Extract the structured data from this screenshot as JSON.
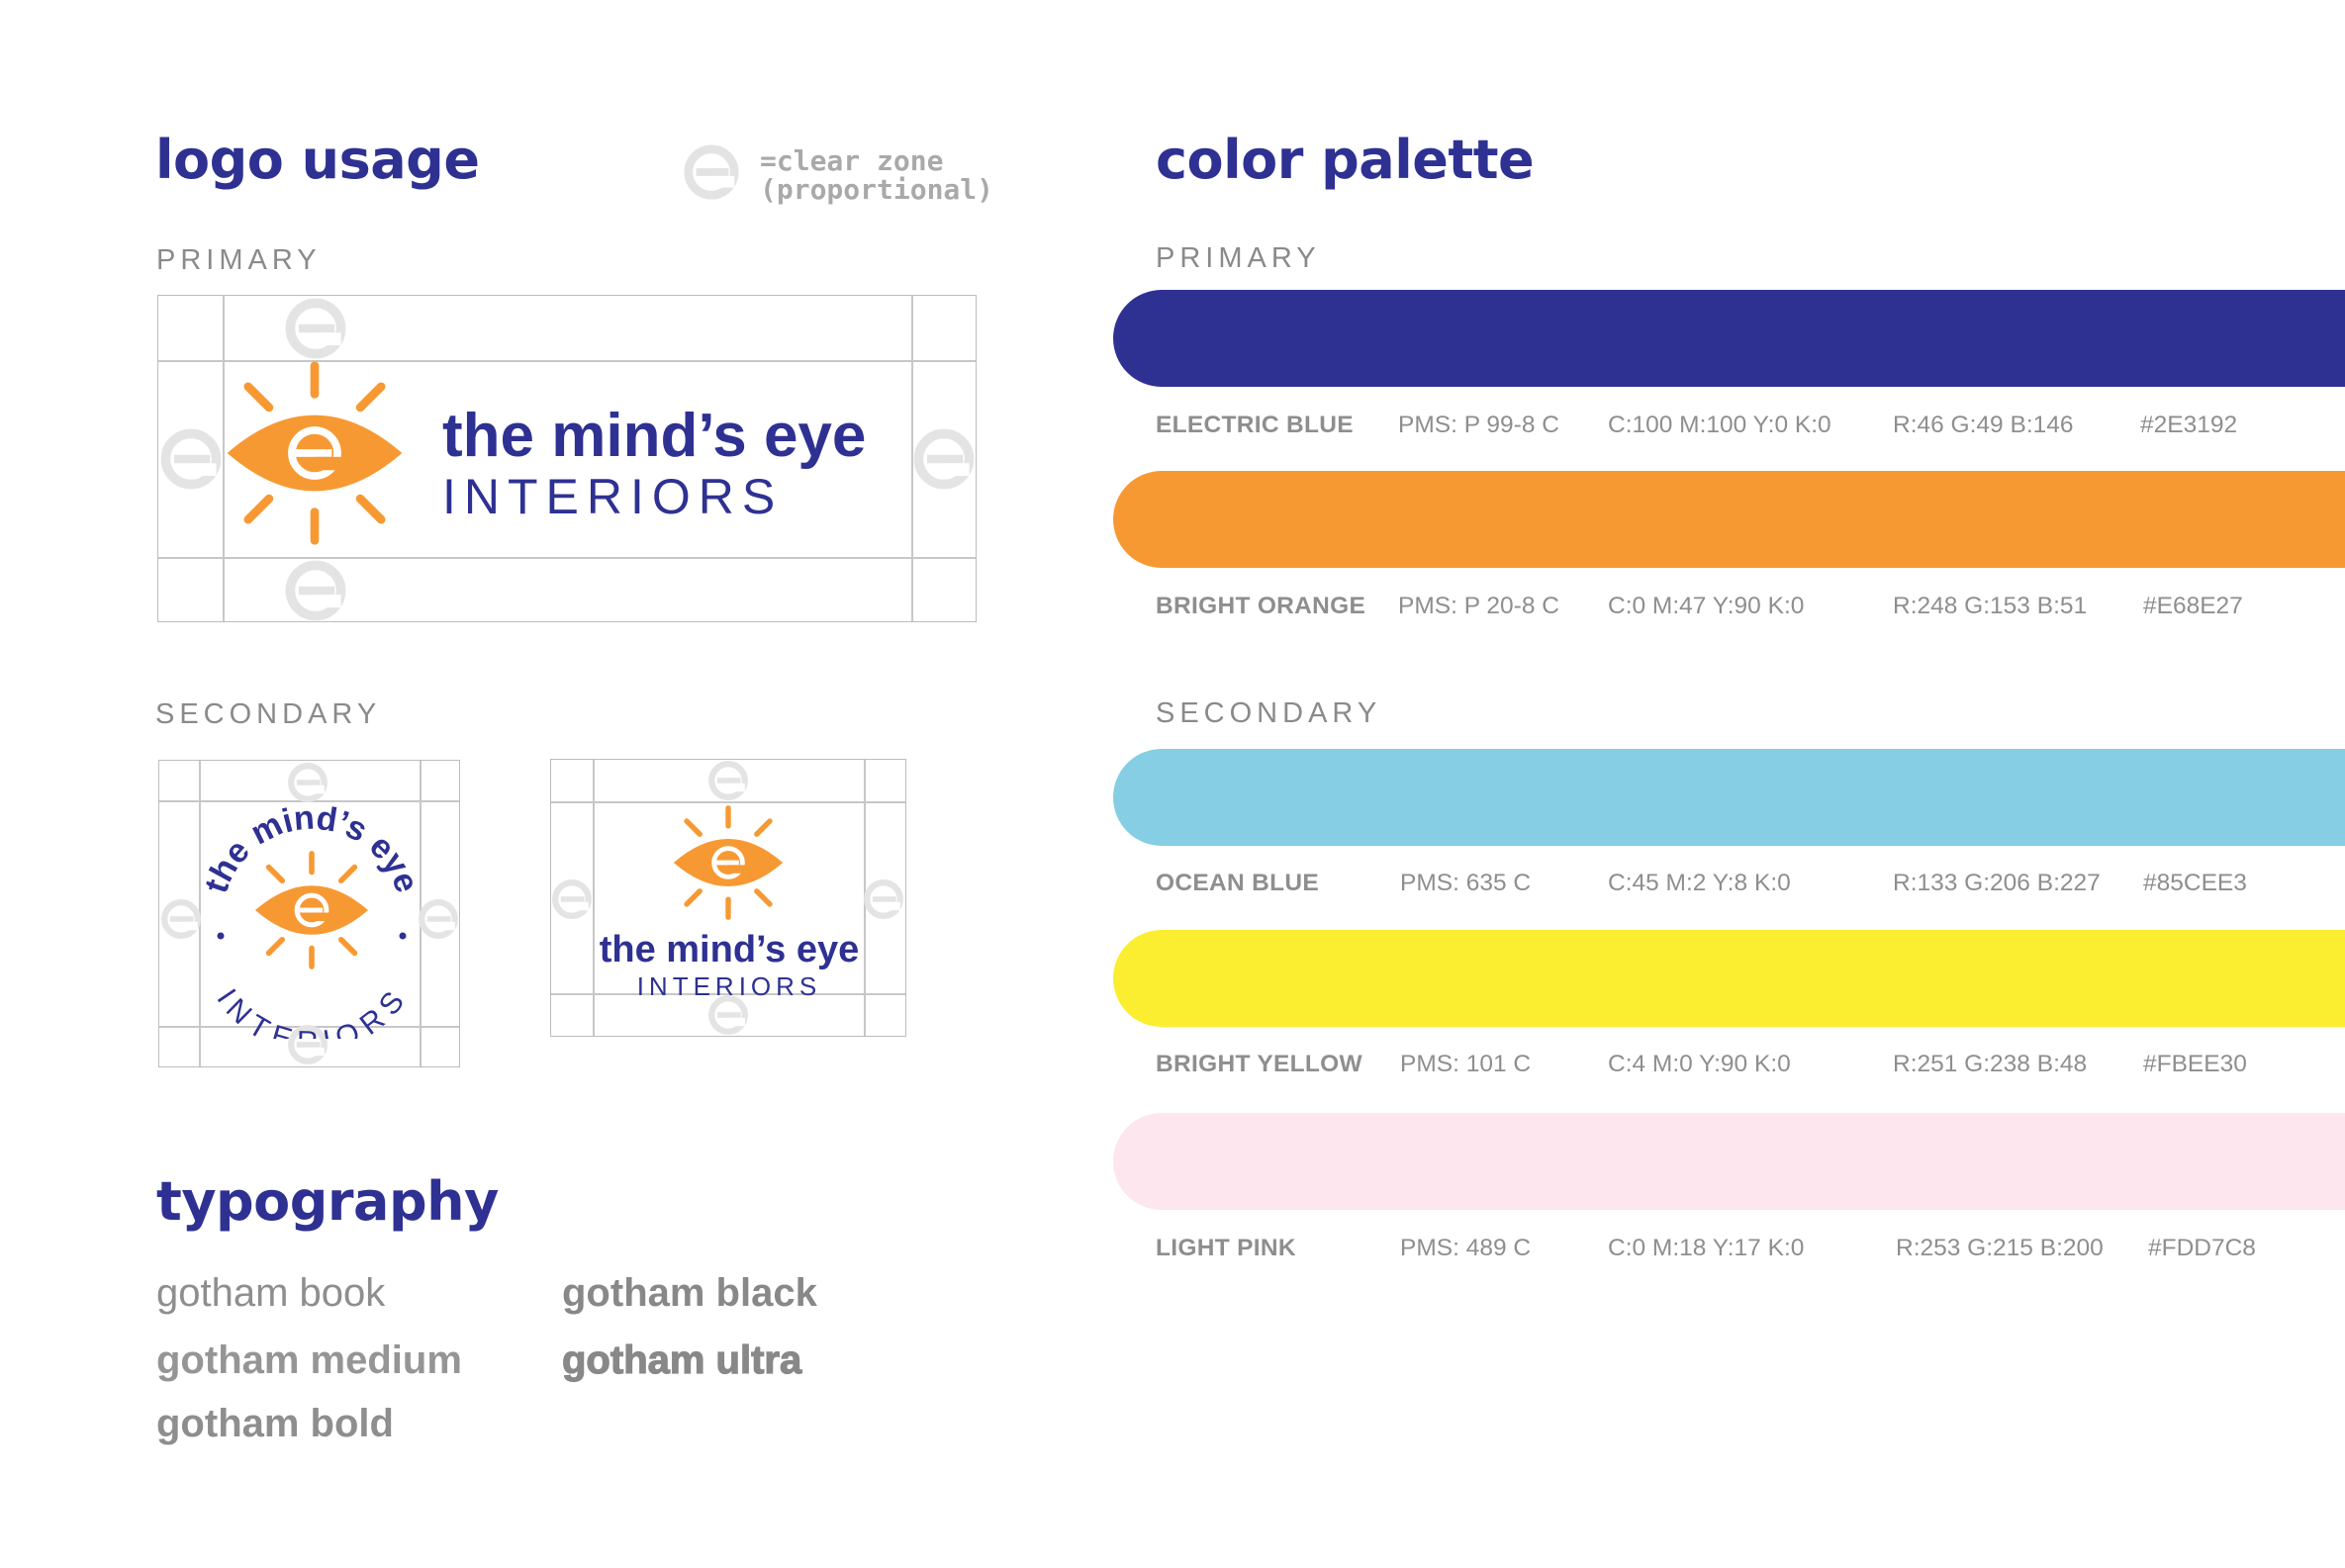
{
  "logo_section": {
    "title": "logo usage",
    "clear_zone_line1": "=clear zone",
    "clear_zone_line2": "(proportional)",
    "primary_label": "PRIMARY",
    "secondary_label": "SECONDARY",
    "brand_name": "the mind’s eye",
    "brand_sub": "INTERIORS",
    "circular_top": "the mind’s eye",
    "circular_bottom": "INTERIORS",
    "icon": "eye-sun-icon"
  },
  "typography": {
    "title": "typography",
    "fonts": [
      "gotham book",
      "gotham medium",
      "gotham bold",
      "gotham black",
      "gotham ultra"
    ]
  },
  "palette": {
    "title": "color palette",
    "primary_label": "PRIMARY",
    "secondary_label": "SECONDARY",
    "colors": [
      {
        "name": "ELECTRIC BLUE",
        "pms": "PMS: P 99-8 C",
        "cmyk": "C:100 M:100 Y:0 K:0",
        "rgb": "R:46 G:49 B:146",
        "hex": "#2E3192",
        "swatch": "#2E3192"
      },
      {
        "name": "BRIGHT ORANGE",
        "pms": "PMS: P 20-8 C",
        "cmyk": "C:0 M:47 Y:90 K:0",
        "rgb": "R:248 G:153 B:51",
        "hex": "#E68E27",
        "swatch": "#F79933"
      },
      {
        "name": "OCEAN BLUE",
        "pms": "PMS: 635 C",
        "cmyk": "C:45 M:2 Y:8 K:0",
        "rgb": "R:133 G:206 B:227",
        "hex": "#85CEE3",
        "swatch": "#85CEE3"
      },
      {
        "name": "BRIGHT YELLOW",
        "pms": "PMS: 101 C",
        "cmyk": "C:4 M:0 Y:90 K:0",
        "rgb": "R:251 G:238 B:48",
        "hex": "#FBEE30",
        "swatch": "#FBEE30"
      },
      {
        "name": "LIGHT PINK",
        "pms": "PMS: 489 C",
        "cmyk": "C:0 M:18 Y:17 K:0",
        "rgb": "R:253 G:215 B:200",
        "hex": "#FDD7C8",
        "swatch": "#FDE6EE"
      }
    ]
  }
}
